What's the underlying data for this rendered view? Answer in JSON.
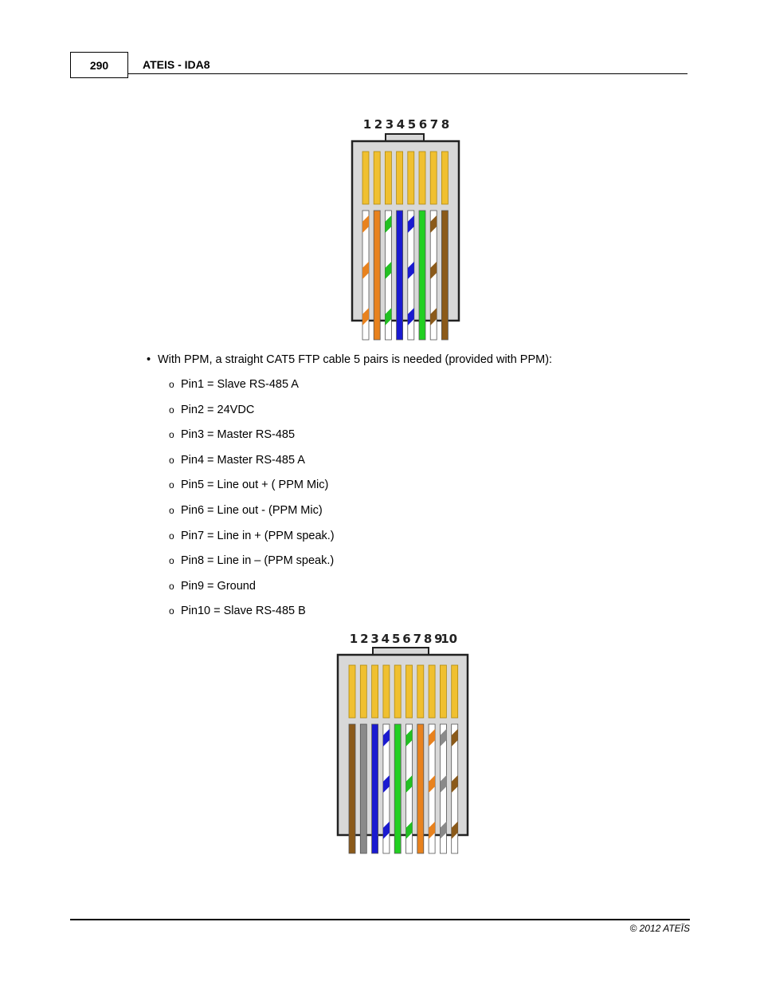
{
  "header": {
    "page_number": "290",
    "title": "ATEIS - IDA8"
  },
  "connector_top": {
    "pin_numbers": [
      "1",
      "2",
      "3",
      "4",
      "5",
      "6",
      "7",
      "8"
    ],
    "wires": [
      {
        "base": "#ffffff",
        "stripe": "#e8821e"
      },
      {
        "base": "#e8821e",
        "stripe": null
      },
      {
        "base": "#ffffff",
        "stripe": "#22c022"
      },
      {
        "base": "#1a1ad0",
        "stripe": null
      },
      {
        "base": "#ffffff",
        "stripe": "#1a1ad0"
      },
      {
        "base": "#22d022",
        "stripe": null
      },
      {
        "base": "#ffffff",
        "stripe": "#8b5a1a"
      },
      {
        "base": "#8b5a1a",
        "stripe": null
      }
    ]
  },
  "content": {
    "bullet_text": "With PPM, a straight CAT5 FTP cable 5 pairs is needed (provided with PPM):",
    "pins": [
      "Pin1 = Slave RS-485 A",
      "Pin2 = 24VDC",
      "Pin3 = Master RS-485",
      "Pin4 = Master RS-485 A",
      "Pin5 = Line out + ( PPM Mic)",
      "Pin6 = Line out - (PPM Mic)",
      "Pin7 = Line in + (PPM speak.)",
      "Pin8 = Line in – (PPM speak.)",
      "Pin9 = Ground",
      "Pin10 = Slave RS-485 B"
    ]
  },
  "connector_bottom": {
    "pin_numbers": [
      "1",
      "2",
      "3",
      "4",
      "5",
      "6",
      "7",
      "8",
      "9",
      "10"
    ],
    "wires": [
      {
        "base": "#8b5a1a",
        "stripe": null
      },
      {
        "base": "#8a8a8a",
        "stripe": null
      },
      {
        "base": "#1a1ad0",
        "stripe": null
      },
      {
        "base": "#ffffff",
        "stripe": "#1a1ad0"
      },
      {
        "base": "#22d022",
        "stripe": null
      },
      {
        "base": "#ffffff",
        "stripe": "#22c022"
      },
      {
        "base": "#e8821e",
        "stripe": null
      },
      {
        "base": "#ffffff",
        "stripe": "#e8821e"
      },
      {
        "base": "#ffffff",
        "stripe": "#8a8a8a"
      },
      {
        "base": "#ffffff",
        "stripe": "#8b5a1a"
      }
    ]
  },
  "colors": {
    "contact_gold": "#f0c030",
    "connector_body": "#d8d8d8",
    "outline": "#222222"
  },
  "footer": {
    "copyright": "© 2012 ATEÏS"
  }
}
